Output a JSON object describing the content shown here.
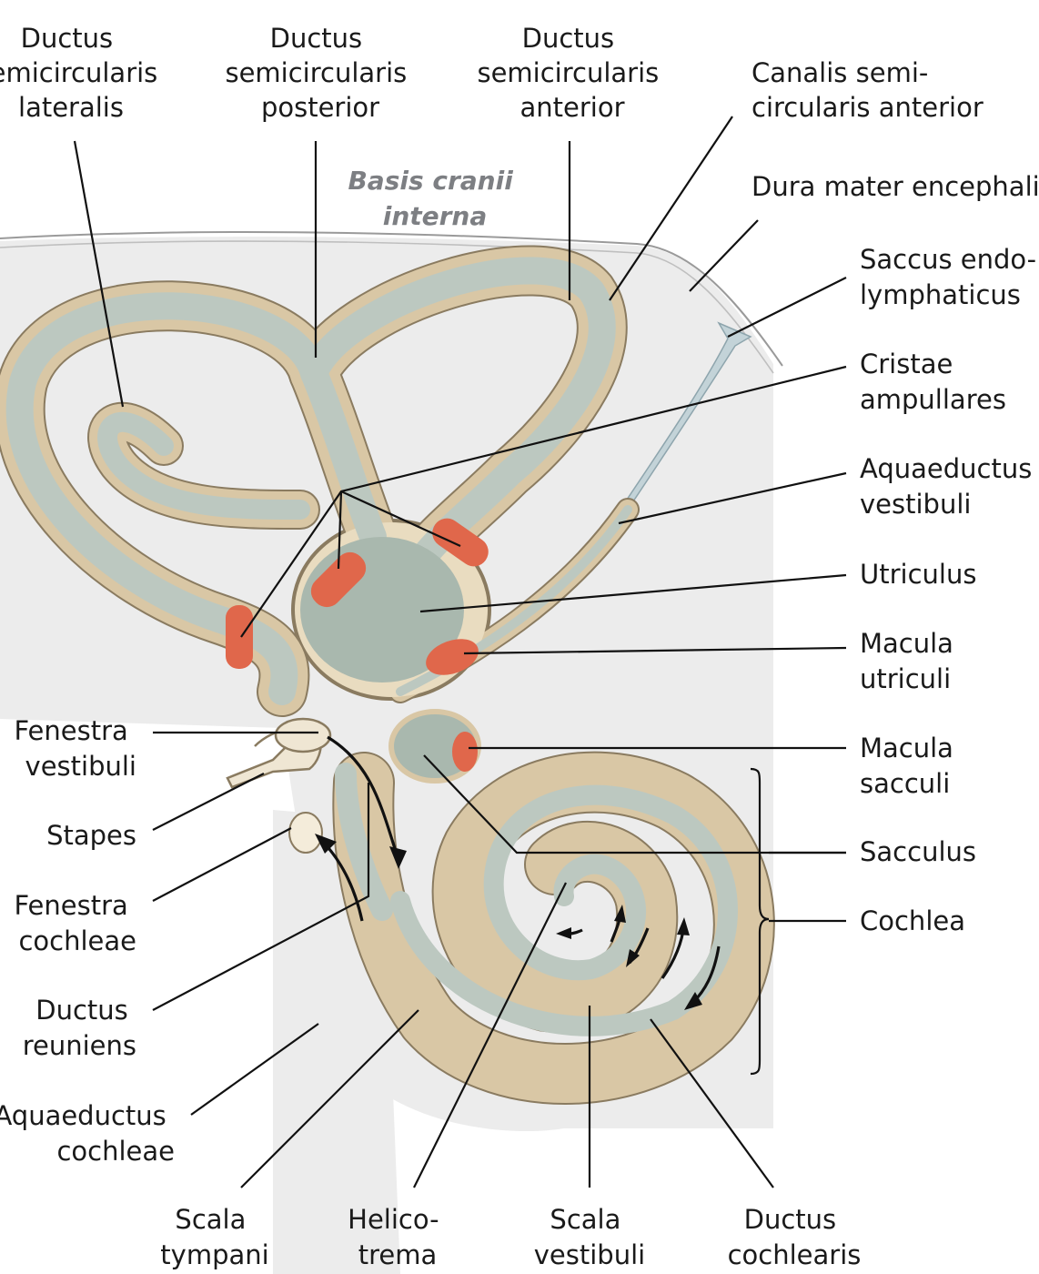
{
  "figure": {
    "region_label_line1": "Basis cranii",
    "region_label_line2": "interna"
  },
  "labels": {
    "ductus_semicircularis_lateralis": [
      "Ductus",
      "semicircularis",
      "lateralis"
    ],
    "ductus_semicircularis_posterior": [
      "Ductus",
      "semicircularis",
      "posterior"
    ],
    "ductus_semicircularis_anterior": [
      "Ductus",
      "semicircularis",
      "anterior"
    ],
    "canalis_semicircularis_anterior": [
      "Canalis semi-",
      "circularis anterior"
    ],
    "dura_mater_encephali": [
      "Dura mater encephali"
    ],
    "saccus_endolymphaticus": [
      "Saccus endo-",
      "lymphaticus"
    ],
    "cristae_ampullares": [
      "Cristae",
      "ampullares"
    ],
    "aquaeductus_vestibuli": [
      "Aquaeductus",
      "vestibuli"
    ],
    "utriculus": [
      "Utriculus"
    ],
    "macula_utriculi": [
      "Macula",
      "utriculi"
    ],
    "macula_sacculi": [
      "Macula",
      "sacculi"
    ],
    "sacculus": [
      "Sacculus"
    ],
    "cochlea": [
      "Cochlea"
    ],
    "fenestra_vestibuli": [
      "Fenestra",
      "vestibuli"
    ],
    "stapes": [
      "Stapes"
    ],
    "fenestra_cochleae": [
      "Fenestra",
      "cochleae"
    ],
    "ductus_reuniens": [
      "Ductus",
      "reuniens"
    ],
    "aquaeductus_cochleae": [
      "Aquaeductus",
      "cochleae"
    ],
    "scala_tympani": [
      "Scala",
      "tympani"
    ],
    "helicotrema": [
      "Helico-",
      "trema"
    ],
    "scala_vestibuli": [
      "Scala",
      "vestibuli"
    ],
    "ductus_cochlearis": [
      "Ductus",
      "cochlearis"
    ]
  },
  "colors": {
    "bone_background": "#ececec",
    "perilymph_tube": "#e9dcc0",
    "endolymph_duct": "#a9b8ae",
    "sensory_epithelium": "#e0674b",
    "saccus_endolymphaticus": "#c3d3d8",
    "dura_line": "#9a9a9a"
  }
}
